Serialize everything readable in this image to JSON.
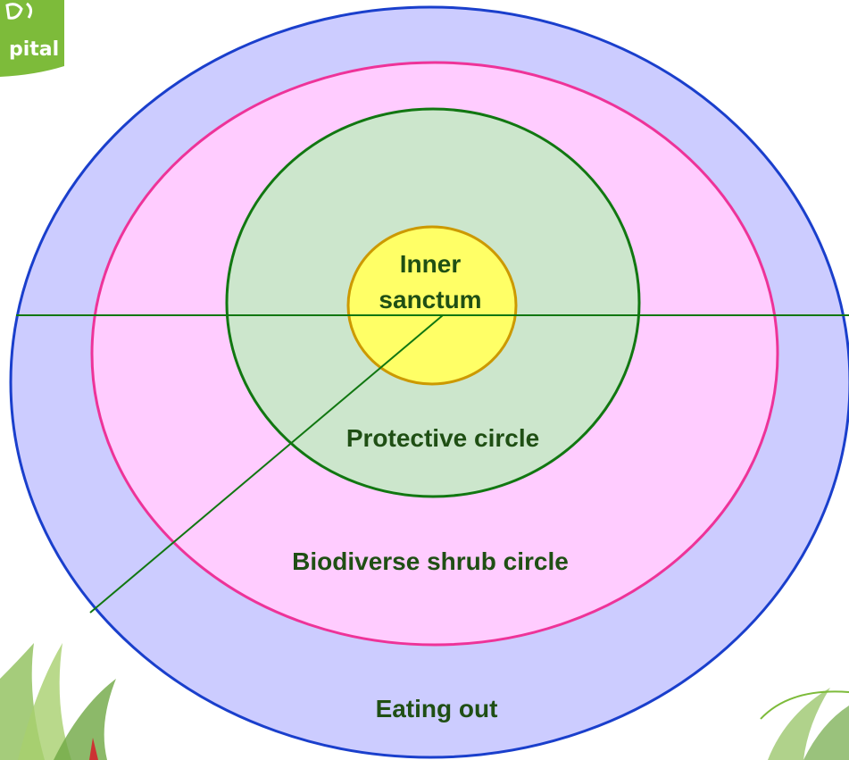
{
  "logo": {
    "text": "pital",
    "color": "#7dbb3a"
  },
  "diagram": {
    "rings": [
      {
        "id": "eating-out",
        "label": "Eating out",
        "fill": "#ccccff",
        "stroke": "#1a3fcc"
      },
      {
        "id": "biodiverse-shrub-circle",
        "label": "Biodiverse shrub circle",
        "fill": "#ffccff",
        "stroke": "#ee3399"
      },
      {
        "id": "protective-circle",
        "label": "Protective circle",
        "fill": "#cce6cc",
        "stroke": "#117711"
      },
      {
        "id": "inner-sanctum",
        "label_line1": "Inner",
        "label_line2": "sanctum",
        "fill": "#ffff66",
        "stroke": "#cc9900"
      }
    ],
    "line_color": "#117711"
  }
}
